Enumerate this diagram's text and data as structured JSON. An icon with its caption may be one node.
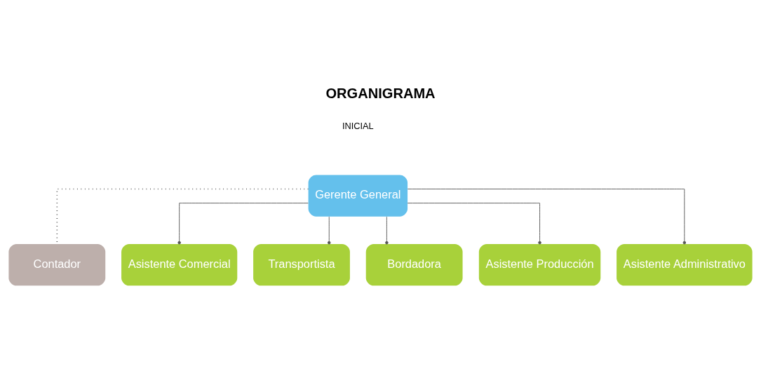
{
  "diagram": {
    "title": "ORGANIGRAMA",
    "nodes": [
      {
        "text": [
          "Gerente General"
        ]
      },
      {
        "text": [
          "Contador"
        ]
      },
      {
        "text": [
          "Asistente Comercial"
        ]
      },
      {
        "text": [
          "Transportista"
        ]
      },
      {
        "text": [
          "Bordadora"
        ]
      },
      {
        "text": [
          "Asistente Producción"
        ]
      },
      {
        "text": [
          "Asistente Administrativo"
        ]
      }
    ],
    "edges": [
      {
        "from": 0,
        "to": 1,
        "arrow": "none",
        "style": "dashed"
      },
      {
        "from": 0,
        "to": 2,
        "arrow": "other"
      },
      {
        "from": 0,
        "to": 3,
        "arrow": "other"
      },
      {
        "from": 0,
        "to": 4,
        "arrow": "other"
      },
      {
        "from": 0,
        "to": 5,
        "arrow": "other"
      },
      {
        "from": 0,
        "to": 6,
        "arrow": "other"
      }
    ],
    "labels": [
      "INICIAL"
    ]
  }
}
